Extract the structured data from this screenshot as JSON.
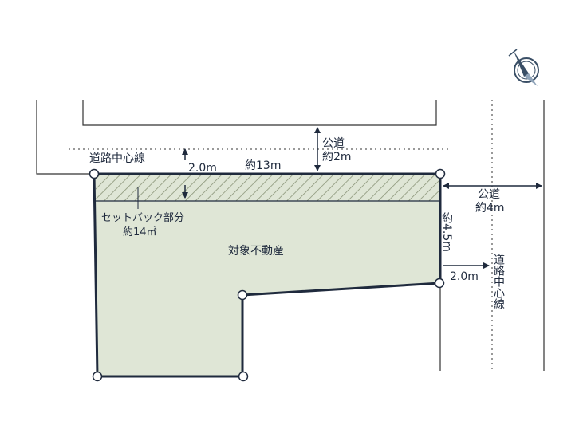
{
  "labels": {
    "road_center_top": "道路中心線",
    "setback_depth": "2.0m",
    "frontage": "約13m",
    "public_road_top_1": "公道",
    "public_road_top_2": "約2m",
    "public_road_right_1": "公道",
    "public_road_right_2": "約4m",
    "side_length": "約4.5m",
    "setback_right": "2.0m",
    "road_center_right": "道路中心線",
    "setback_area_1": "セットバック部分",
    "setback_area_2": "約14㎡",
    "subject_property": "対象不動産"
  },
  "colors": {
    "line_navy": "#1f2a3d",
    "lot_fill": "#dfe6d6",
    "hatch": "#8a9478",
    "road_line": "#333333",
    "compass": "#3a4f66"
  },
  "icons": {
    "compass": "north-arrow-icon"
  }
}
